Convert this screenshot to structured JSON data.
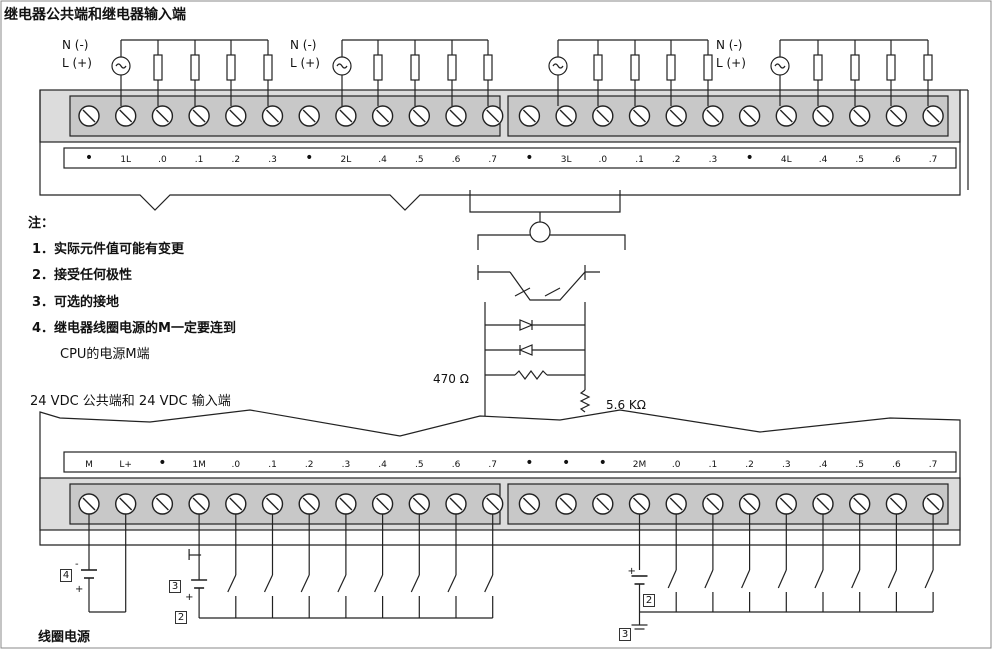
{
  "titles": {
    "top": "继电器公共端和继电器输入端",
    "bottom": "24 VDC 公共端和 24 VDC 输入端",
    "coil_power": "线圈电源"
  },
  "notes": {
    "heading": "注：",
    "items": [
      "1．实际元件值可能有变更",
      "2．接受任何极性",
      "3．可选的接地",
      "4．继电器线圈电源的M一定要连到",
      "CPU的电源M端"
    ]
  },
  "supply_labels": {
    "n": "N (-)",
    "l": "L (+)"
  },
  "circuit": {
    "resistor1": "470 Ω",
    "resistor2": "5.6 KΩ"
  },
  "top_terminals": [
    "•",
    "1L",
    ".0",
    ".1",
    ".2",
    ".3",
    "•",
    "2L",
    ".4",
    ".5",
    ".6",
    ".7",
    "•",
    "3L",
    ".0",
    ".1",
    ".2",
    ".3",
    "•",
    "4L",
    ".4",
    ".5",
    ".6",
    ".7"
  ],
  "bottom_terminals": [
    "M",
    "L+",
    "•",
    "1M",
    ".0",
    ".1",
    ".2",
    ".3",
    ".4",
    ".5",
    ".6",
    ".7",
    "•",
    "•",
    "•",
    "2M",
    ".0",
    ".1",
    ".2",
    ".3",
    ".4",
    ".5",
    ".6",
    ".7"
  ],
  "markers": {
    "m4": "4",
    "m3": "3",
    "m2": "2",
    "plus": "+",
    "minus": "-"
  }
}
